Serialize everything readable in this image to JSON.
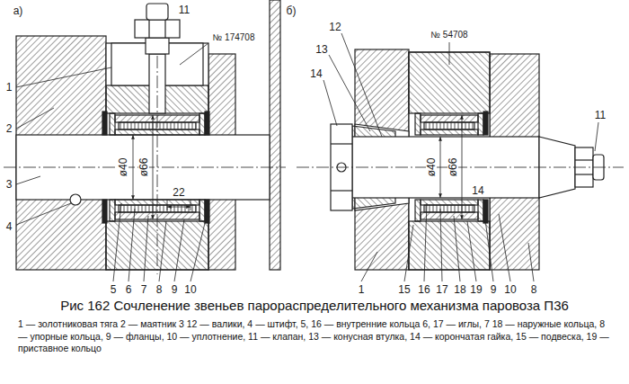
{
  "diagram": {
    "title": "Рис 162 Сочленение звеньев парораспределительного механизма паровоза П36",
    "caption": "1 — золотниковая тяга 2 — маятник 3 12 — валики, 4 — штифт, 5, 16 — внутренние кольца 6, 17 — иглы, 7 18 — наружные кольца, 8 — упорные кольца, 9 — фланцы, 10 — уплотнение, 11 — клапан, 13 — конусная втулка, 14 — корончатая гайка, 15 — подвеска, 19 — приставное кольцо",
    "labels": [
      "а)",
      "11",
      "1",
      "№ 174708",
      "2",
      "3",
      "4",
      "ø40",
      "ø66",
      "22",
      "5",
      "6",
      "7",
      "8",
      "9",
      "10",
      "б)",
      "12",
      "13",
      "14",
      "№ 54708",
      "11",
      "ø40",
      "ø66",
      "14",
      "1",
      "15",
      "16",
      "17",
      "18",
      "19",
      "9",
      "10",
      "8"
    ]
  }
}
